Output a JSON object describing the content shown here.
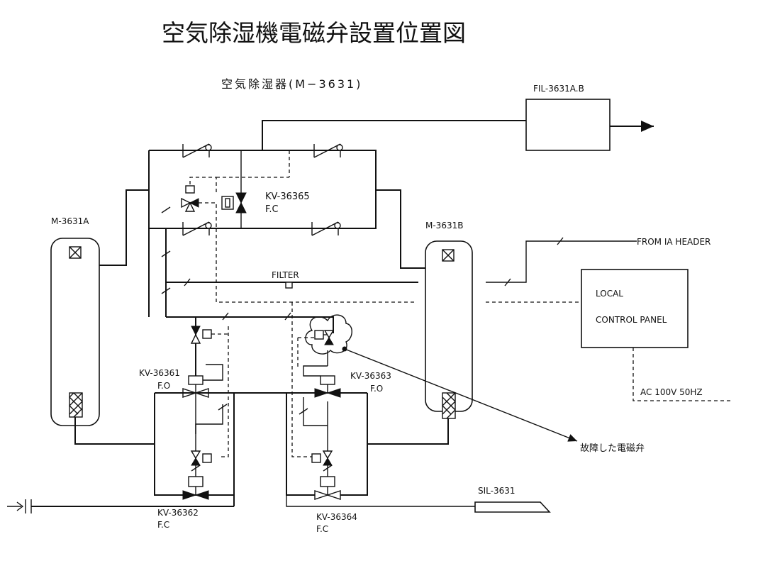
{
  "title": "空気除湿機電磁弁設置位置図",
  "subtitle": "空気除湿器(M−3631)",
  "labels": {
    "fil": "FIL-3631A.B",
    "kv36365": "KV-36365",
    "kv36365_mode": "F.C",
    "m3631a": "M-3631A",
    "m3631b": "M-3631B",
    "from_ia": "FROM IA HEADER",
    "filter": "FILTER",
    "local": "LOCAL",
    "control_panel": "CONTROL PANEL",
    "kv36361": "KV-36361",
    "kv36361_mode": "F.O",
    "kv36363": "KV-36363",
    "kv36363_mode": "F.O",
    "ac": "AC 100V 50HZ",
    "failed": "故障した電磁弁",
    "sil": "SIL-3631",
    "kv36362": "KV-36362",
    "kv36362_mode": "F.C",
    "kv36364": "KV-36364",
    "kv36364_mode": "F.C"
  }
}
